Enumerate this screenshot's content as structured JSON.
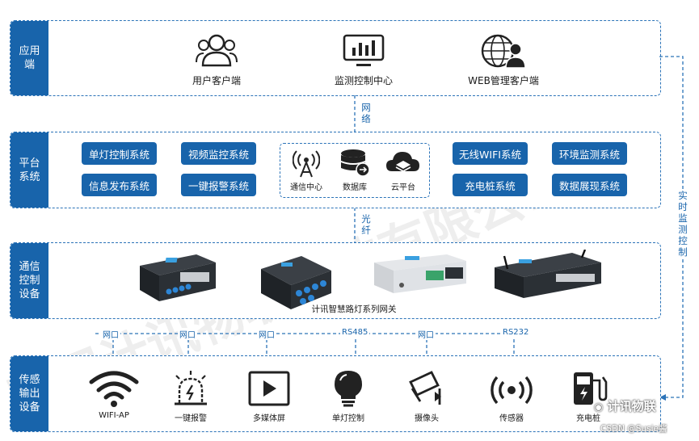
{
  "tiers": {
    "app": {
      "label": "应用端"
    },
    "platform": {
      "label": "平台系统"
    },
    "comm": {
      "label": "通信控制设备"
    },
    "sensor": {
      "label": "传感输出设备"
    }
  },
  "app_items": [
    {
      "label": "用户客户端",
      "icon": "users-icon"
    },
    {
      "label": "监测控制中心",
      "icon": "monitor-chart-icon"
    },
    {
      "label": "WEB管理客户端",
      "icon": "web-user-icon"
    }
  ],
  "platform_left": [
    "单灯控制系统",
    "视频监控系统",
    "信息发布系统",
    "一键报警系统"
  ],
  "platform_center": [
    {
      "label": "通信中心",
      "icon": "antenna-icon"
    },
    {
      "label": "数据库",
      "icon": "database-icon"
    },
    {
      "label": "云平台",
      "icon": "cloud-icon"
    }
  ],
  "platform_right": [
    "无线WIFI系统",
    "环境监测系统",
    "充电桩系统",
    "数据展现系统"
  ],
  "links": {
    "network": "网络",
    "fiber": "光纤",
    "realtime": "实时监测控制"
  },
  "gateway_caption": "计讯智慧路灯系列网关",
  "interfaces": [
    "网口",
    "网口",
    "网口",
    "RS485",
    "网口",
    "RS232"
  ],
  "sensors": [
    {
      "label": "WIFI-AP",
      "icon": "wifi-icon"
    },
    {
      "label": "一键报警",
      "icon": "alarm-icon"
    },
    {
      "label": "多媒体屏",
      "icon": "media-screen-icon"
    },
    {
      "label": "单灯控制",
      "icon": "bulb-icon"
    },
    {
      "label": "摄像头",
      "icon": "camera-icon"
    },
    {
      "label": "传感器",
      "icon": "sensor-icon"
    },
    {
      "label": "充电桩",
      "icon": "charger-icon"
    }
  ],
  "watermarks": {
    "brand": "计讯物联",
    "csdn": "CSDN @Susie酱",
    "diagonal": "厦门计讯物联科技有限公司"
  },
  "colors": {
    "primary": "#1864ab",
    "dashed": "#2b73b8"
  }
}
